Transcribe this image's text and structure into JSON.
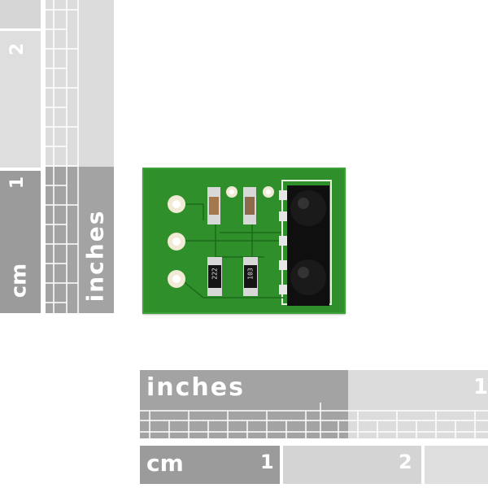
{
  "vertical_ruler": {
    "cm_label": "cm",
    "cm_marks": [
      "1",
      "2"
    ],
    "inch_label": "inches"
  },
  "horizontal_ruler": {
    "inch_label": "inches",
    "inch_marks": [
      "1"
    ],
    "cm_label": "cm",
    "cm_marks": [
      "1",
      "2"
    ]
  },
  "board": {
    "component_labels": [
      "222",
      "103"
    ]
  },
  "colors": {
    "ruler_gray": "#9a9a9a",
    "ruler_light": "#cfcfcf",
    "pcb_green": "#2f8f2a",
    "sensor_black": "#111111"
  }
}
